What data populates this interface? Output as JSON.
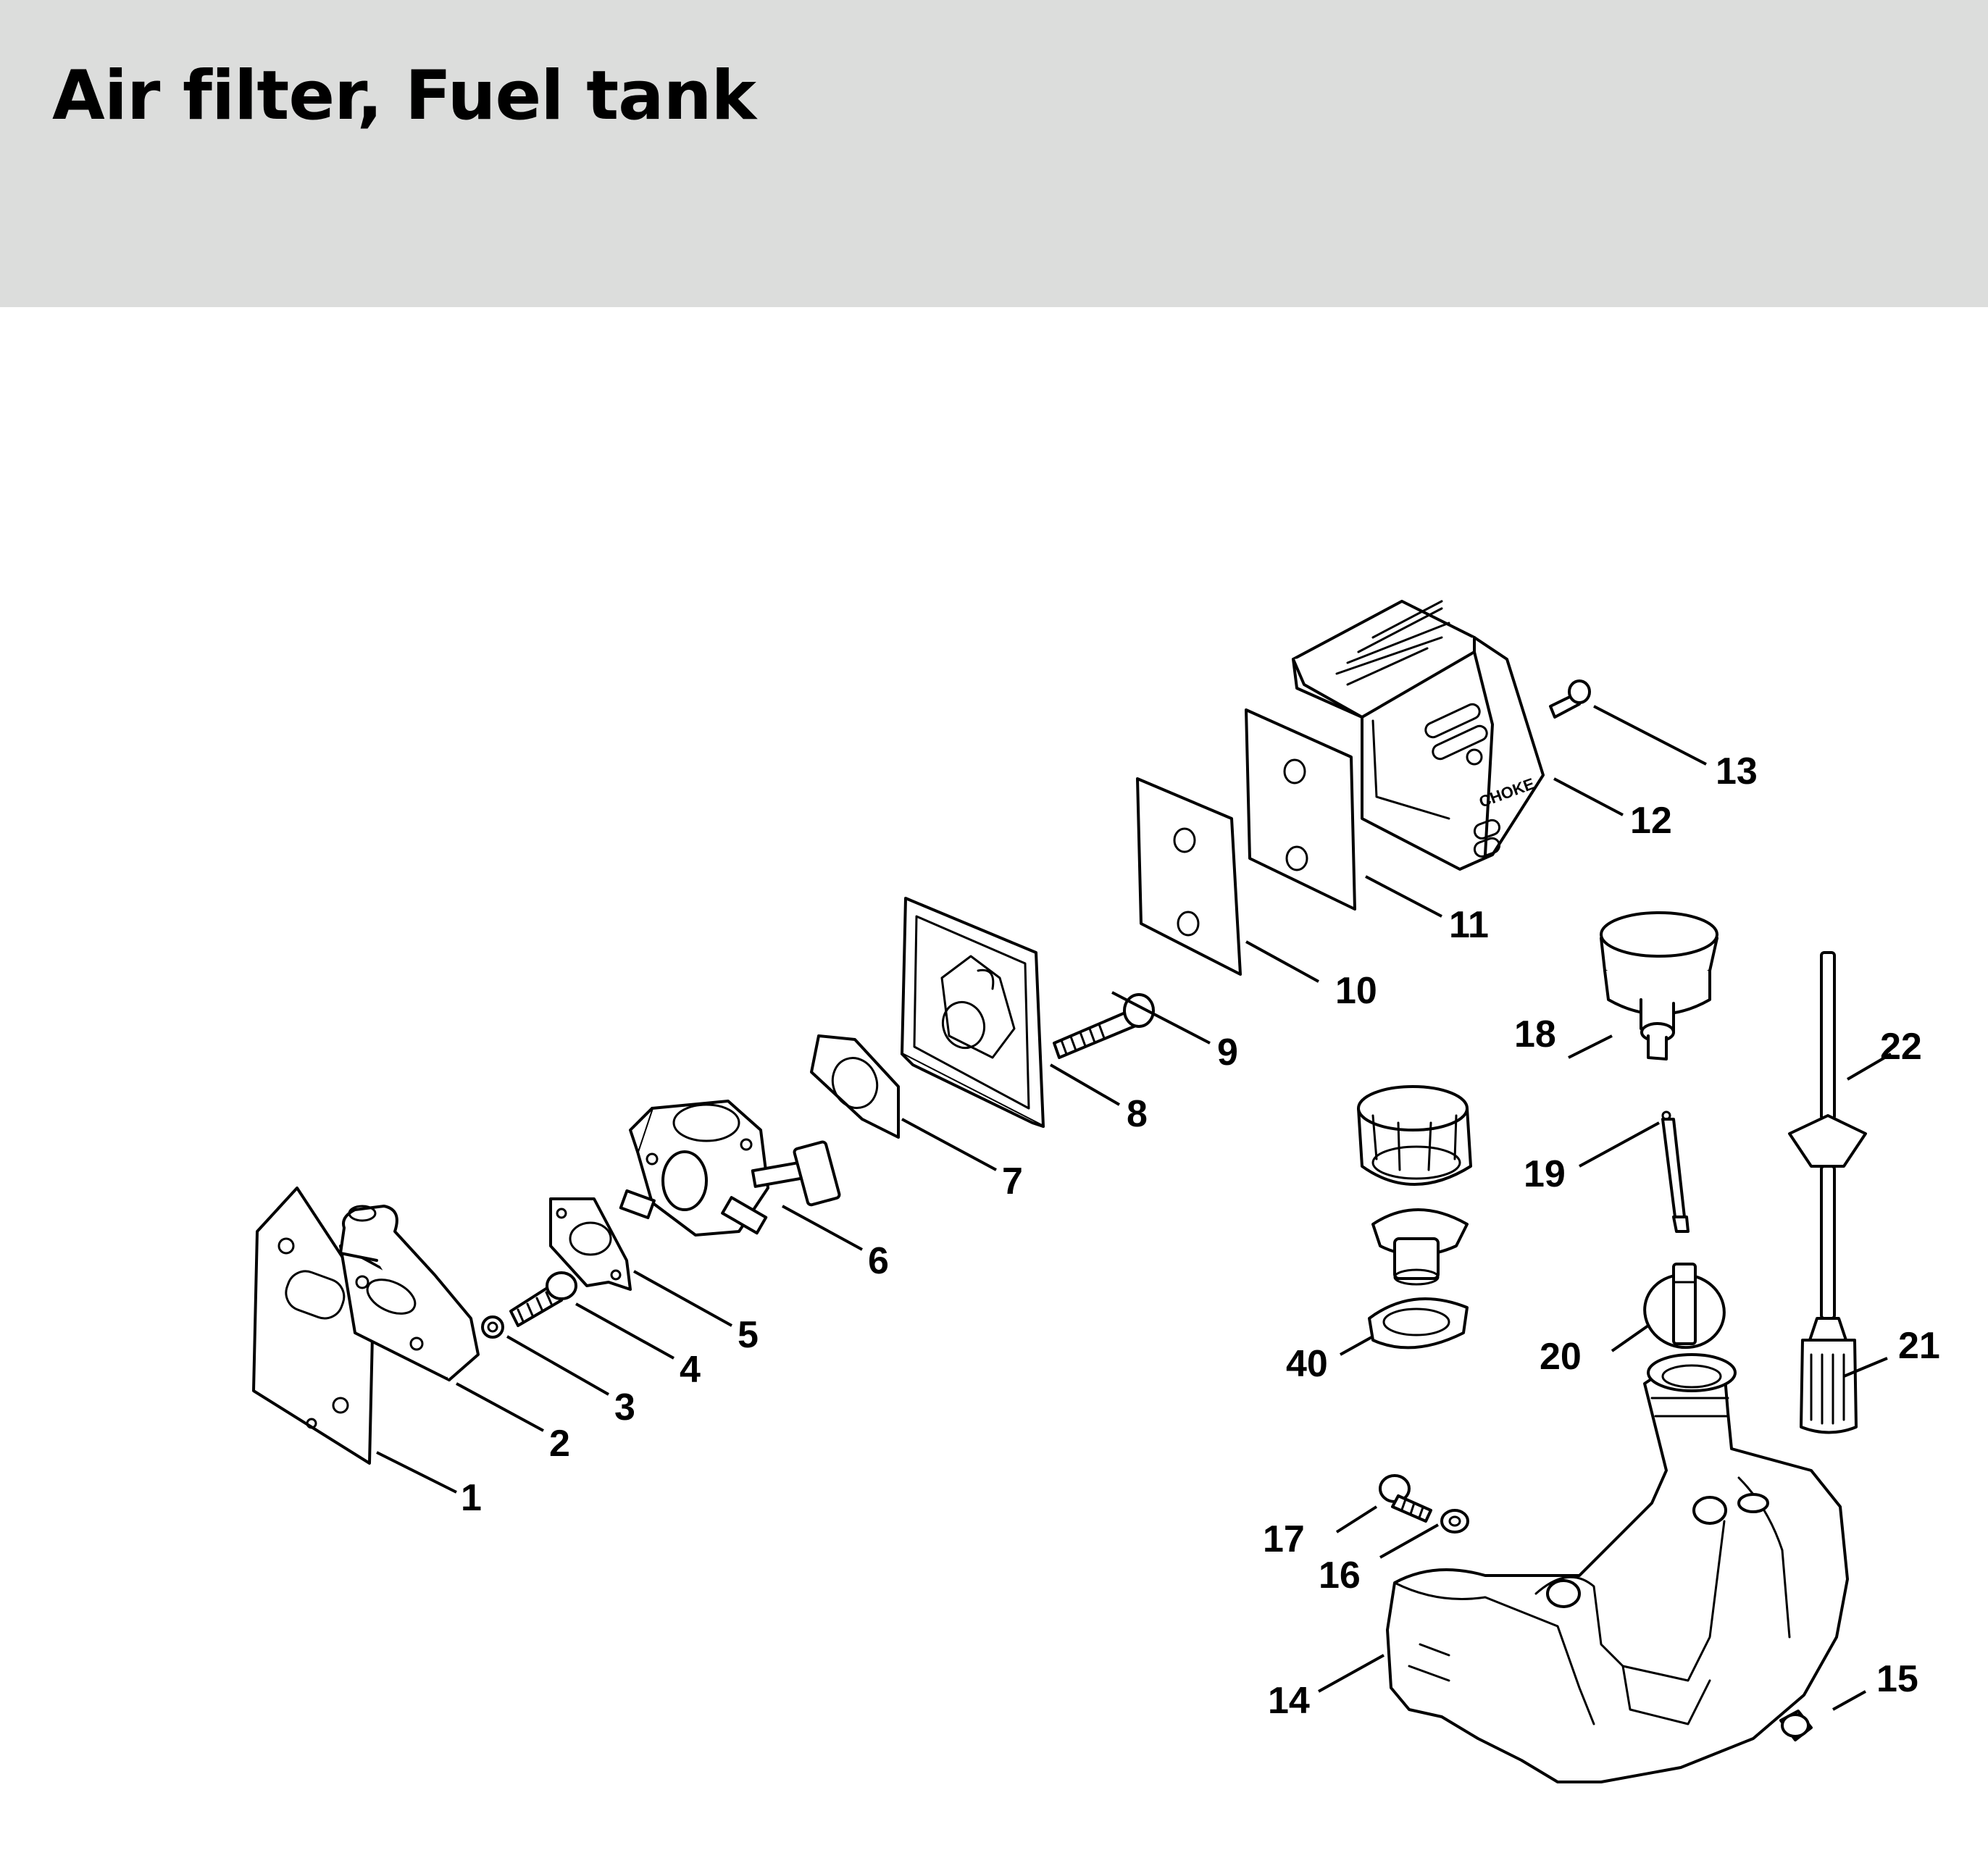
{
  "page": {
    "title": "Air filter, Fuel tank"
  },
  "diagram": {
    "callouts": [
      "1",
      "2",
      "3",
      "4",
      "5",
      "6",
      "7",
      "8",
      "9",
      "10",
      "11",
      "12",
      "13",
      "14",
      "15",
      "16",
      "17",
      "18",
      "19",
      "20",
      "21",
      "22",
      "40"
    ],
    "cover_marking": "CHOKE"
  }
}
